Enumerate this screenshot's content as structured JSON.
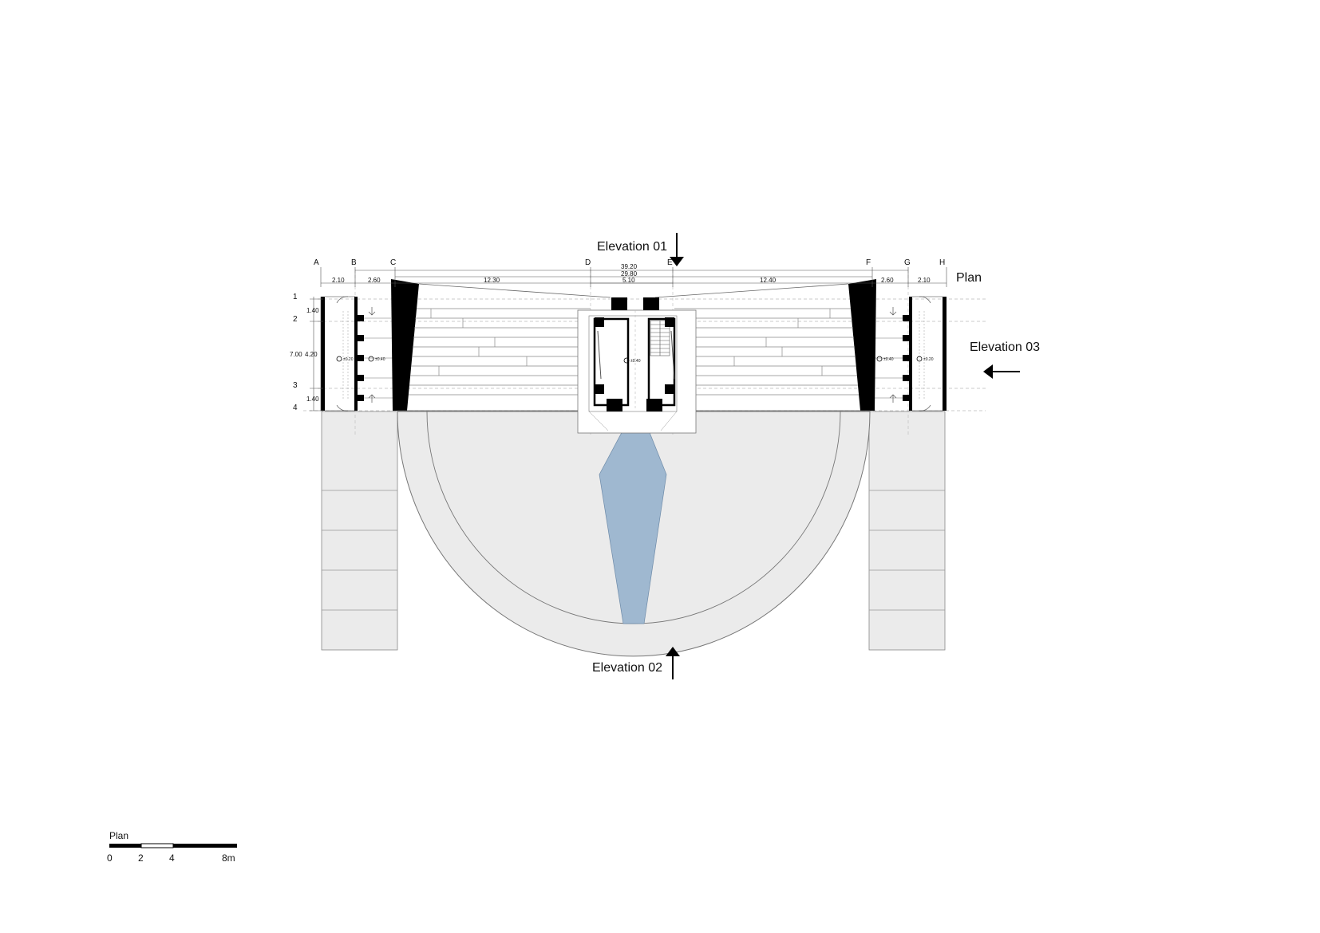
{
  "title": "Plan",
  "elevations": {
    "e01": "Elevation 01",
    "e02": "Elevation 02",
    "e03": "Elevation 03"
  },
  "grid_columns": [
    "A",
    "B",
    "C",
    "D",
    "E",
    "F",
    "G",
    "H"
  ],
  "grid_rows": [
    "1",
    "2",
    "3",
    "4"
  ],
  "dimensions": {
    "overall": "39.20",
    "inner": "29.80",
    "core": "5.10",
    "left_span": "12.30",
    "right_span": "12.40",
    "ab": "2.10",
    "bc": "2.60",
    "fg": "2.60",
    "gh": "2.10",
    "row_top": "1.40",
    "row_mid": "4.20",
    "row_total": "7.00",
    "row_bot": "1.40"
  },
  "levels": {
    "l020": "±0.20",
    "l040": "±0.40"
  },
  "scale_bar": {
    "title": "Plan",
    "ticks": [
      "0",
      "2",
      "4",
      "8m"
    ]
  },
  "colors": {
    "water": "#9fb8d0",
    "paving": "#ebebeb",
    "wall": "#000000"
  }
}
